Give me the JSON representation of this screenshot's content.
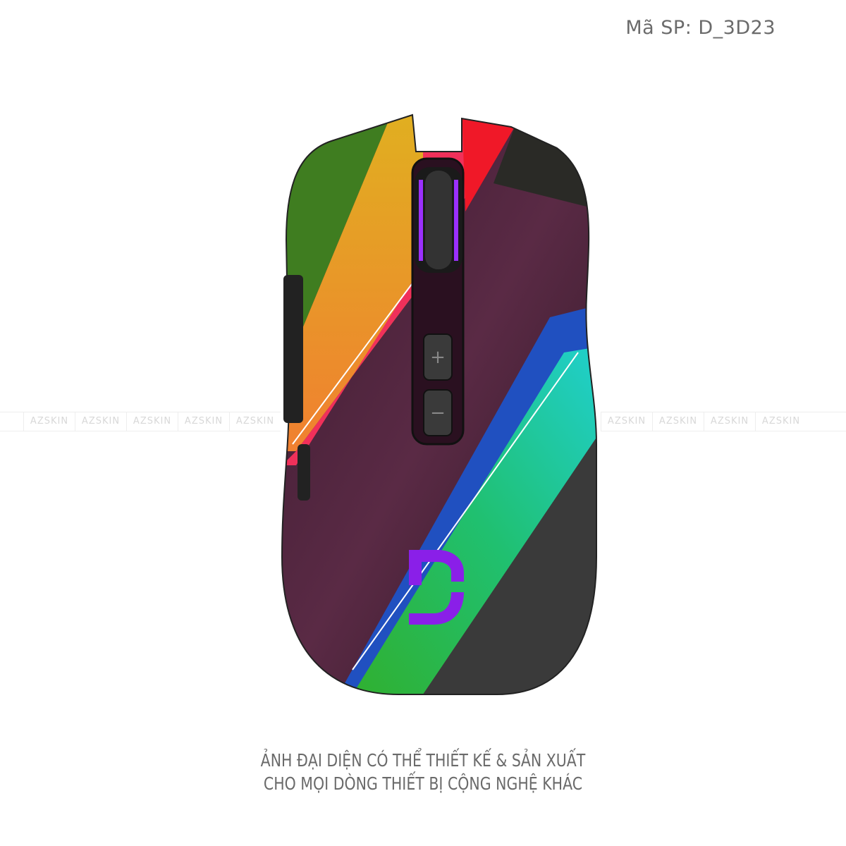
{
  "product_code": "Mã SP: D_3D23",
  "watermark_text": "AZSKIN",
  "caption": {
    "line1": "ẢNH ĐẠI DIỆN CÓ THỂ THIẾT KẾ & SẢN XUẤT",
    "line2": "CHO MỌI DÒNG THIẾT BỊ CỘNG NGHỆ KHÁC"
  },
  "colors": {
    "logo": "#8a1fe8",
    "accent_scroll": "#9b30ff"
  }
}
